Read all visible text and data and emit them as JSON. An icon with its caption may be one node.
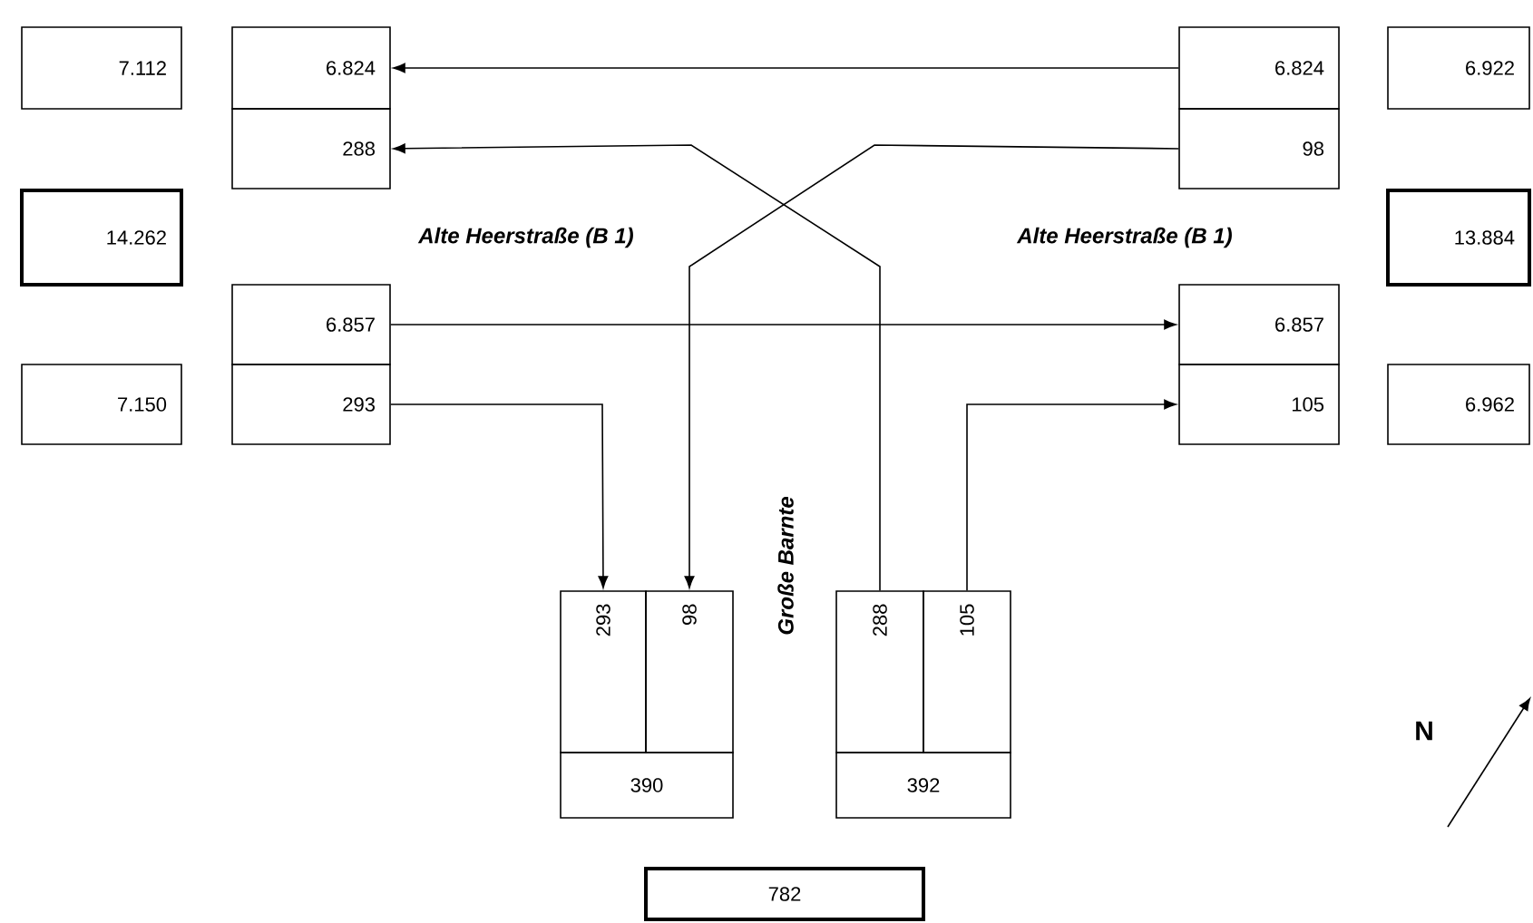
{
  "diagram": {
    "nodes": [
      {
        "text": [
          "7.112"
        ]
      },
      {
        "text": [
          "6.824"
        ]
      },
      {
        "text": [
          "288"
        ]
      },
      {
        "text": [
          "6.824"
        ]
      },
      {
        "text": [
          "98"
        ]
      },
      {
        "text": [
          "6.922"
        ]
      },
      {
        "text": [
          "14.262"
        ]
      },
      {
        "text": [
          "13.884"
        ]
      },
      {
        "text": [
          "6.857"
        ]
      },
      {
        "text": [
          "293"
        ]
      },
      {
        "text": [
          "6.857"
        ]
      },
      {
        "text": [
          "105"
        ]
      },
      {
        "text": [
          "7.150"
        ]
      },
      {
        "text": [
          "6.962"
        ]
      },
      {
        "text": [
          "293"
        ]
      },
      {
        "text": [
          "98"
        ]
      },
      {
        "text": [
          "390"
        ]
      },
      {
        "text": [
          "288"
        ]
      },
      {
        "text": [
          "105"
        ]
      },
      {
        "text": [
          "392"
        ]
      },
      {
        "text": [
          "782"
        ]
      }
    ],
    "edges": [
      {
        "from": 3,
        "to": 1,
        "arrow": "to"
      },
      {
        "from": 17,
        "to": 2,
        "arrow": "to"
      },
      {
        "from": 4,
        "to": 15,
        "arrow": "to"
      },
      {
        "from": 8,
        "to": 10,
        "arrow": "to"
      },
      {
        "from": 9,
        "to": 14,
        "arrow": "to"
      },
      {
        "from": 18,
        "to": 11,
        "arrow": "to"
      }
    ],
    "labels": [
      "Alte Heerstraße (B 1)",
      "Alte Heerstraße (B 1)",
      "Große Barnte",
      "N"
    ]
  }
}
